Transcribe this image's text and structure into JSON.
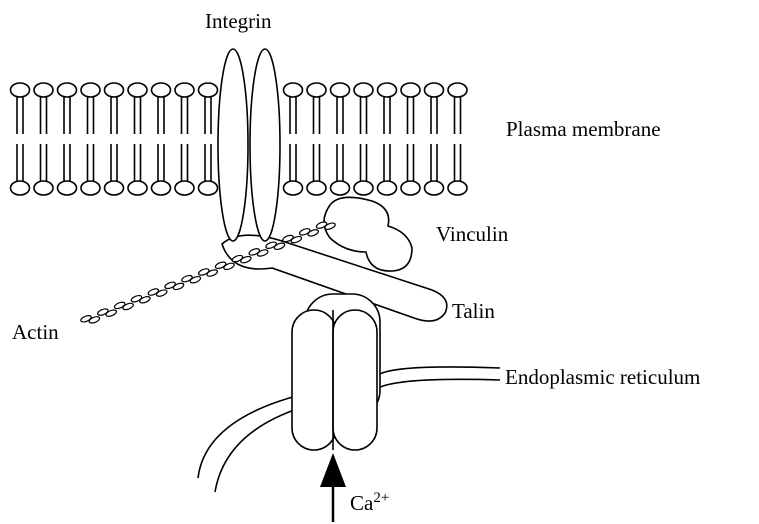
{
  "labels": {
    "integrin": "Integrin",
    "plasma_membrane": "Plasma membrane",
    "vinculin": "Vinculin",
    "talin": "Talin",
    "actin": "Actin",
    "endoplasmic_reticulum": "Endoplasmic reticulum",
    "calcium_base": "Ca",
    "calcium_sup": "2+"
  }
}
